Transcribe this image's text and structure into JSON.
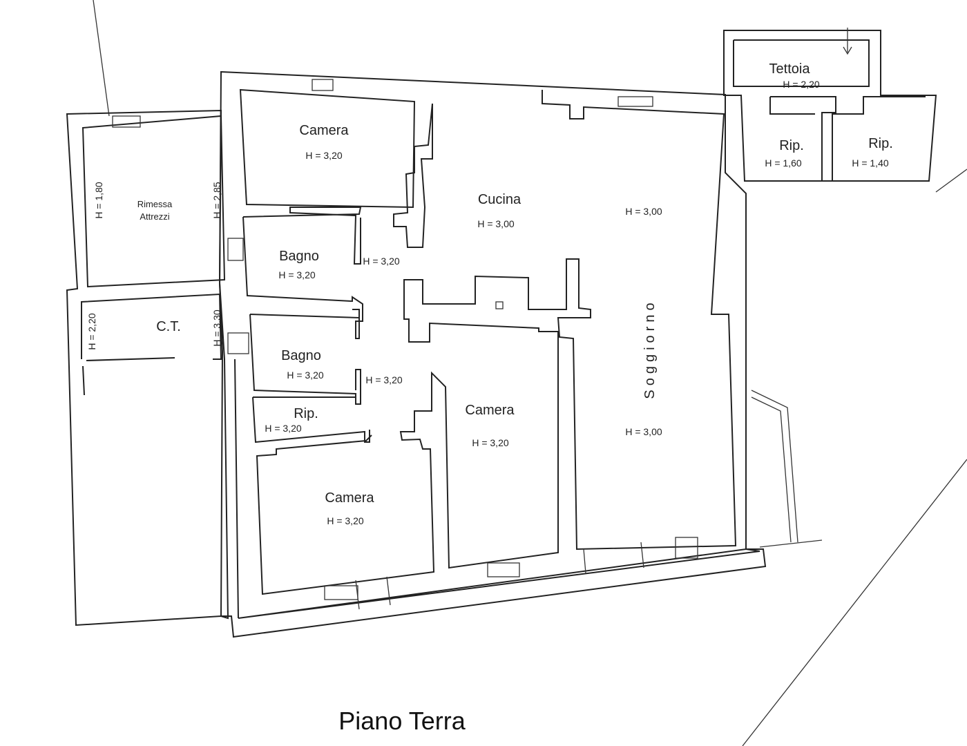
{
  "title": "Piano Terra",
  "rooms": {
    "camera_top": {
      "name": "Camera",
      "h": "H = 3,20"
    },
    "cucina": {
      "name": "Cucina",
      "h": "H = 3,00"
    },
    "cucina_extra_h": "H = 3,00",
    "bagno1": {
      "name": "Bagno",
      "h": "H = 3,20",
      "h2": "H = 3,20"
    },
    "bagno2": {
      "name": "Bagno",
      "h": "H = 3,20",
      "h2": "H = 3,20"
    },
    "rip_main": {
      "name": "Rip.",
      "h": "H = 3,20"
    },
    "camera_mid": {
      "name": "Camera",
      "h": "H = 3,20"
    },
    "camera_bottom": {
      "name": "Camera",
      "h": "H = 3,20"
    },
    "soggiorno": {
      "name": "Soggiorno",
      "h": "H = 3,00"
    },
    "tettoia": {
      "name": "Tettoia",
      "h": "H = 2,20"
    },
    "rip1": {
      "name": "Rip.",
      "h": "H = 1,60"
    },
    "rip2": {
      "name": "Rip.",
      "h": "H = 1,40"
    },
    "rimessa": {
      "name1": "Rimessa",
      "name2": "Attrezzi",
      "h_left": "H = 1,80",
      "h_right": "H = 2,85"
    },
    "ct": {
      "name": "C.T.",
      "h_left": "H = 2,20",
      "h_right": "H = 3,30"
    }
  }
}
